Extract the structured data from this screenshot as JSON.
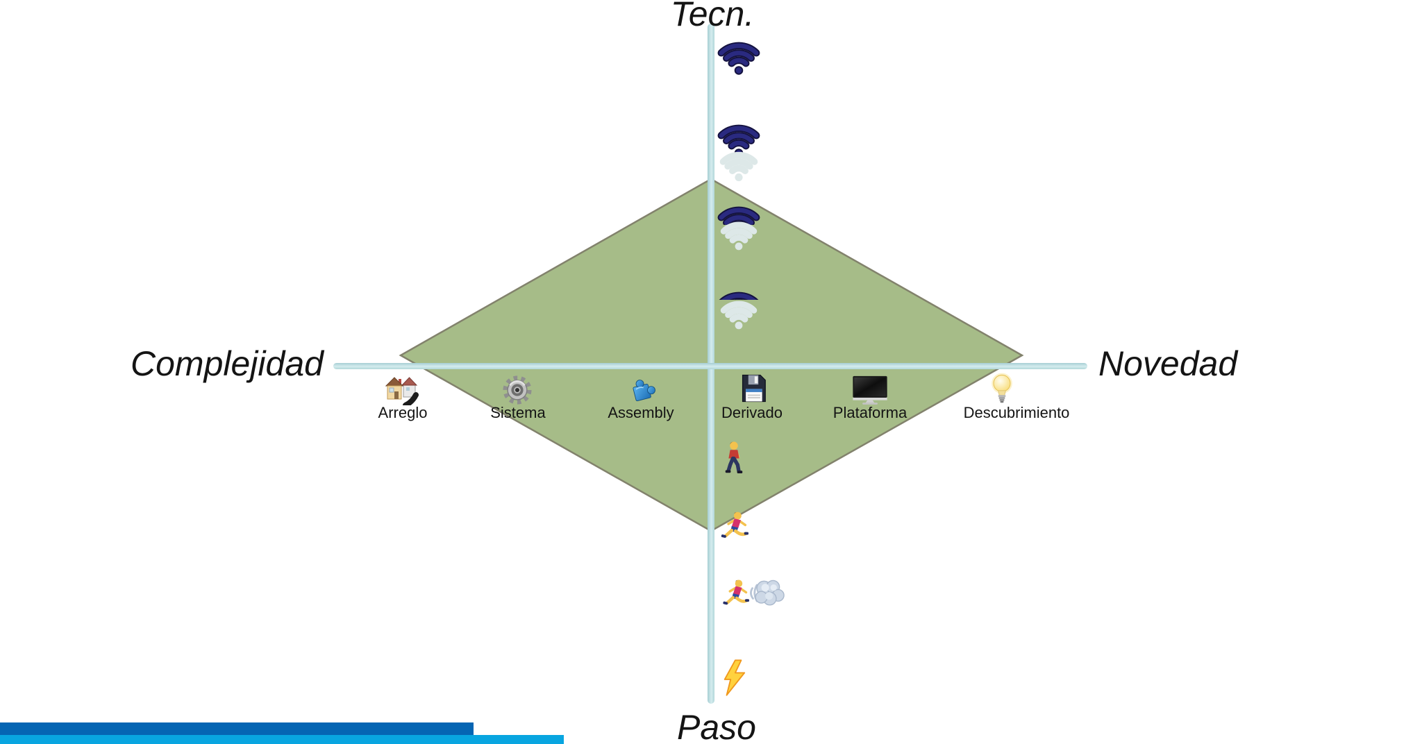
{
  "slide": {
    "axes": {
      "top": "Tecn.",
      "right": "Novedad",
      "bottom": "Paso",
      "left": "Complejidad"
    },
    "colors": {
      "diamond_fill": "#a6bc88",
      "diamond_stroke": "#82826c",
      "axis_line": "#d4ecee",
      "wifi_dark": "#2a2a80",
      "wifi_pale": "#dde8e8",
      "footer_bar_dark": "#0565b3",
      "footer_bar_light": "#08a5e0"
    },
    "tech_axis_markers": [
      {
        "icon": "wifi-signal-icon",
        "strength": "full"
      },
      {
        "icon": "wifi-signal-icon",
        "strength": "high"
      },
      {
        "icon": "wifi-signal-icon",
        "strength": "medium"
      },
      {
        "icon": "wifi-signal-icon",
        "strength": "low"
      }
    ],
    "pace_axis_markers": [
      {
        "icon": "person-walking-icon"
      },
      {
        "icon": "person-running-icon"
      },
      {
        "icon": "person-running-dash-icon"
      },
      {
        "icon": "lightning-bolt-icon"
      }
    ],
    "categories": [
      {
        "label": "Arreglo",
        "icon": "houses-icon"
      },
      {
        "label": "Sistema",
        "icon": "gear-icon"
      },
      {
        "label": "Assembly",
        "icon": "puzzle-piece-icon"
      },
      {
        "label": "Derivado",
        "icon": "floppy-disk-icon"
      },
      {
        "label": "Plataforma",
        "icon": "desktop-computer-icon"
      },
      {
        "label": "Descubrimiento",
        "icon": "light-bulb-icon"
      }
    ]
  }
}
